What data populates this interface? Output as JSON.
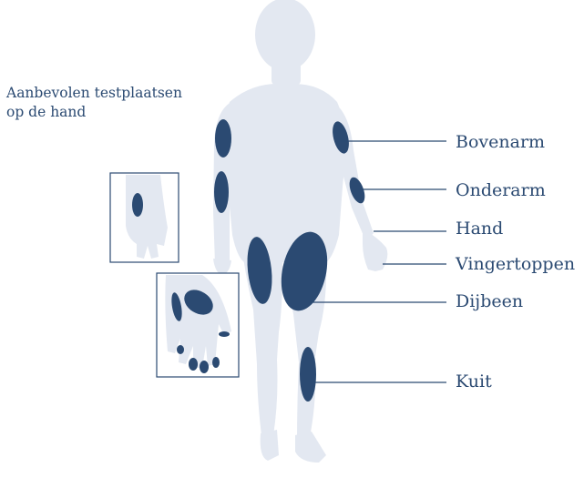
{
  "caption": {
    "line1": "Aanbevolen testplaatsen",
    "line2": "op de hand"
  },
  "labels": {
    "bovenarm": "Bovenarm",
    "onderarm": "Onderarm",
    "hand": "Hand",
    "vingertoppen": "Vingertoppen",
    "dijbeen": "Dijbeen",
    "kuit": "Kuit"
  },
  "colors": {
    "body": "#e3e8f1",
    "site": "#2b4a72",
    "line": "#2b4a72",
    "text": "#2b4a72"
  }
}
